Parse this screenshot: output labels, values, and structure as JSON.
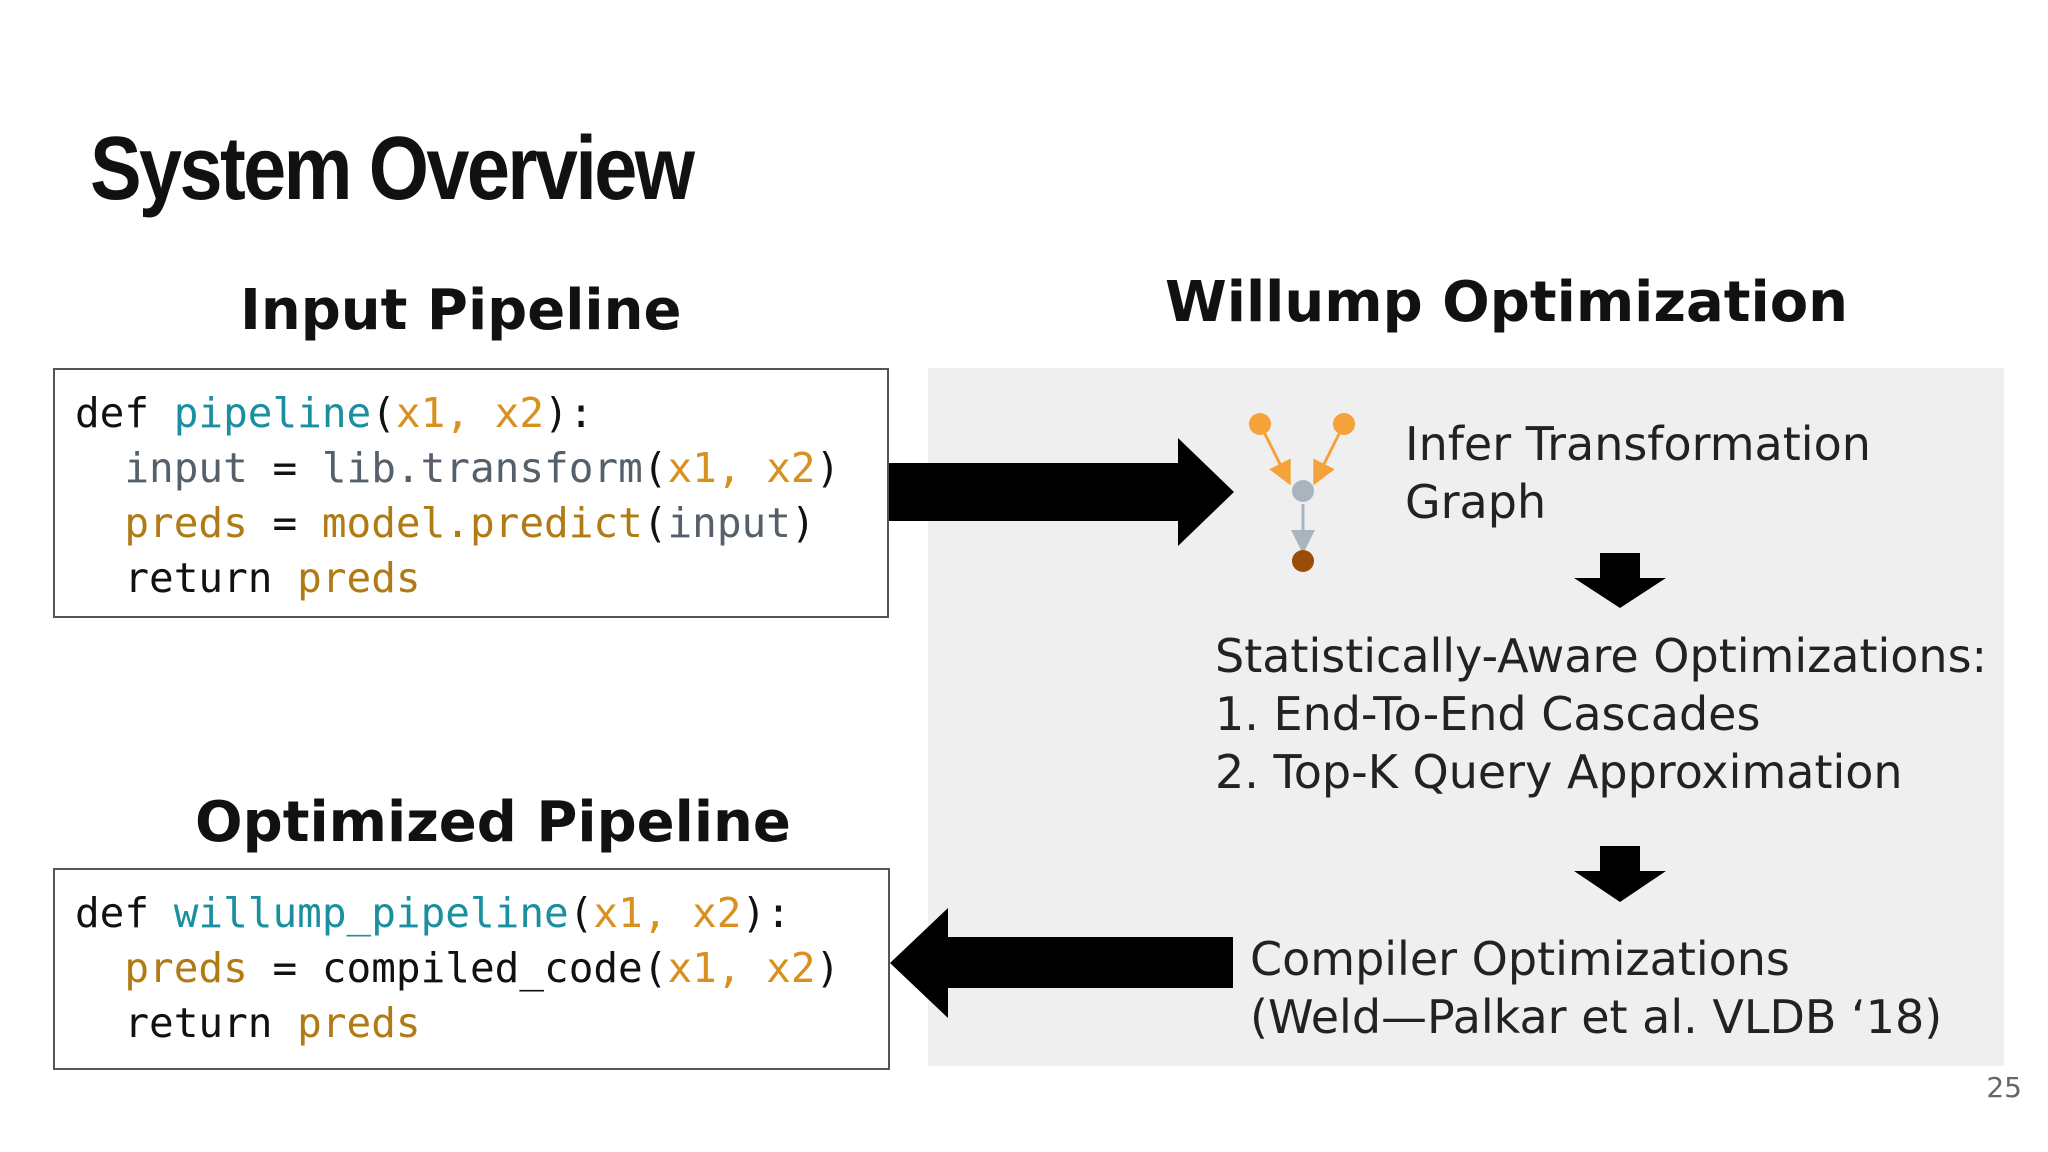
{
  "slide": {
    "title": "System Overview",
    "page_number": "25"
  },
  "input_pipeline": {
    "heading": "Input Pipeline",
    "code": [
      [
        {
          "t": "def ",
          "c": "kw"
        },
        {
          "t": "pipeline",
          "c": "fn"
        },
        {
          "t": "(",
          "c": "pun"
        },
        {
          "t": "x1, x2",
          "c": "arg"
        },
        {
          "t": "):",
          "c": "pun"
        }
      ],
      [
        {
          "t": "  ",
          "c": "kw"
        },
        {
          "t": "input",
          "c": "dim"
        },
        {
          "t": " = ",
          "c": "pun"
        },
        {
          "t": "lib.transform",
          "c": "dim"
        },
        {
          "t": "(",
          "c": "pun"
        },
        {
          "t": "x1, x2",
          "c": "arg"
        },
        {
          "t": ")",
          "c": "pun"
        }
      ],
      [
        {
          "t": "  ",
          "c": "kw"
        },
        {
          "t": "preds",
          "c": "var"
        },
        {
          "t": " = ",
          "c": "pun"
        },
        {
          "t": "model.predict",
          "c": "var"
        },
        {
          "t": "(",
          "c": "pun"
        },
        {
          "t": "input",
          "c": "dim"
        },
        {
          "t": ")",
          "c": "pun"
        }
      ],
      [
        {
          "t": "  return ",
          "c": "kw"
        },
        {
          "t": "preds",
          "c": "var"
        }
      ]
    ]
  },
  "optimized_pipeline": {
    "heading": "Optimized Pipeline",
    "code": [
      [
        {
          "t": "def ",
          "c": "kw"
        },
        {
          "t": "willump_pipeline",
          "c": "fn"
        },
        {
          "t": "(",
          "c": "pun"
        },
        {
          "t": "x1, x2",
          "c": "arg"
        },
        {
          "t": "):",
          "c": "pun"
        }
      ],
      [
        {
          "t": "  ",
          "c": "kw"
        },
        {
          "t": "preds",
          "c": "var"
        },
        {
          "t": " = compiled_code(",
          "c": "pun"
        },
        {
          "t": "x1, x2",
          "c": "arg"
        },
        {
          "t": ")",
          "c": "pun"
        }
      ],
      [
        {
          "t": "  return ",
          "c": "kw"
        },
        {
          "t": "preds",
          "c": "var"
        }
      ]
    ]
  },
  "willump": {
    "heading": "Willump Optimization",
    "infer_line1": "Infer Transformation",
    "infer_line2": "Graph",
    "stat_heading": "Statistically-Aware Optimizations:",
    "stat_item1": "1.  End-To-End Cascades",
    "stat_item2": "2.  Top-K Query Approximation",
    "compiler_line1": "Compiler Optimizations",
    "compiler_line2": "(Weld—Palkar et al. VLDB ‘18)"
  },
  "colors": {
    "panel": "#efefef",
    "graph_input_node": "#f5a23a",
    "graph_mid_node": "#aab4bf",
    "graph_output_node": "#9a4d08",
    "function_name": "#1a8fa0",
    "argument": "#d8901e",
    "variable": "#b07a14"
  }
}
